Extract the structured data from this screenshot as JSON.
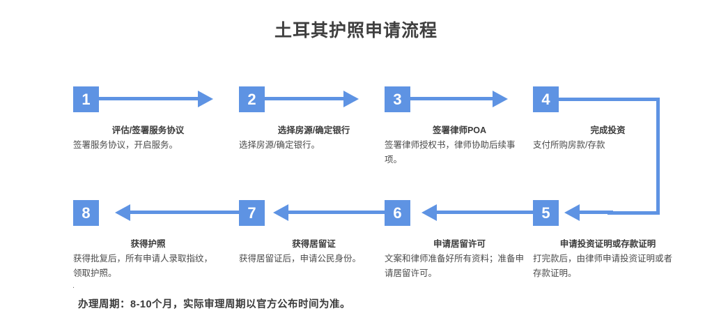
{
  "page": {
    "title": "土耳其护照申请流程",
    "accent_color": "#5e93e3",
    "text_color": "#3a3a3a",
    "background": "#ffffff"
  },
  "steps": [
    {
      "number": "1",
      "title": "评估/签署服务协议",
      "desc": "签署服务协议，开启服务。"
    },
    {
      "number": "2",
      "title": "选择房源/确定银行",
      "desc": "选择房源/确定银行。"
    },
    {
      "number": "3",
      "title": "签署律师POA",
      "desc": "签署律师授权书，律师协助后续事项。"
    },
    {
      "number": "4",
      "title": "完成投资",
      "desc": "支付所购房款/存款"
    },
    {
      "number": "5",
      "title": "申请投资证明或存款证明",
      "desc": "打完款后，由律师申请投资证明或者存款证明。"
    },
    {
      "number": "6",
      "title": "申请居留许可",
      "desc": "文案和律师准备好所有资料；准备申请居留许可。"
    },
    {
      "number": "7",
      "title": "获得居留证",
      "desc": "获得居留证后，申请公民身份。"
    },
    {
      "number": "8",
      "title": "获得护照",
      "desc": "获得批复后，所有申请人录取指纹，领取护照。"
    }
  ],
  "connectors": {
    "row1_arrow_direction": "right",
    "row2_arrow_direction": "left",
    "elbow": "step4-right-down-to-step5"
  },
  "footer": {
    "note": "办理周期：8-10个月，实际审理周期以官方公布时间为准。",
    "stray_mark": "."
  }
}
